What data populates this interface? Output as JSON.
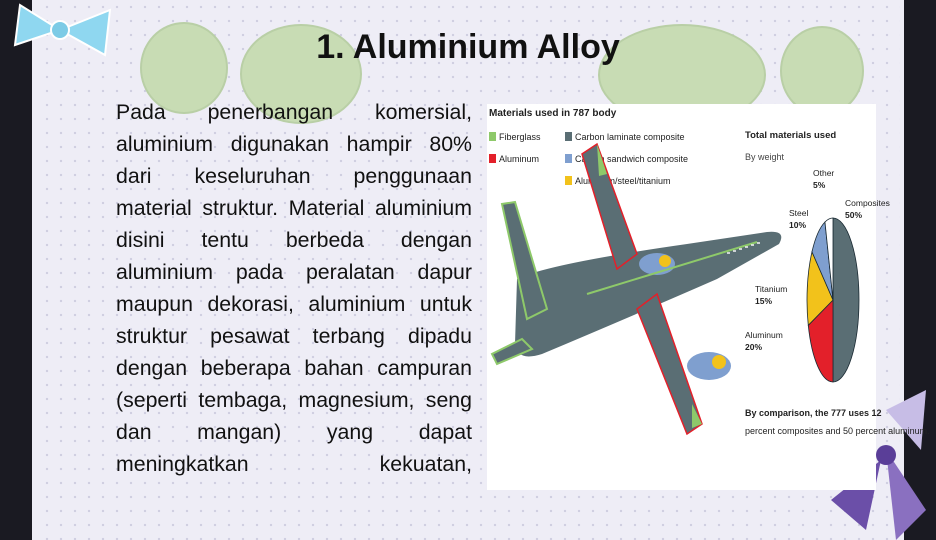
{
  "slide": {
    "title": "1. Aluminium Alloy",
    "body": "Pada penerbangan komersial, aluminium digunakan hampir 80% dari keseluruhan penggunaan material struktur. Material aluminium disini tentu berbeda dengan aluminium pada peralatan dapur maupun dekorasi, aluminium untuk struktur pesawat terbang dipadu dengan beberapa bahan campuran (seperti tembaga, magnesium, seng dan mangan) yang dapat meningkatkan kekuatan,"
  },
  "figure": {
    "title": "Materials used in 787 body",
    "legend": [
      {
        "label": "Fiberglass",
        "color": "#8ec96a"
      },
      {
        "label": "Aluminum",
        "color": "#e3202a"
      },
      {
        "label": "Carbon laminate composite",
        "color": "#5a6e74"
      },
      {
        "label": "Carbon sandwich composite",
        "color": "#7f9fcf"
      },
      {
        "label": "Aluminum/steel/titanium",
        "color": "#f2c21b"
      }
    ],
    "pie_title": "Total materials used",
    "pie_subtitle": "By weight",
    "note": "By comparison, the 777 uses 12 percent composites and 50 percent aluminum."
  },
  "chart_data": {
    "type": "pie",
    "title": "Total materials used",
    "subtitle": "By weight",
    "slices": [
      {
        "label": "Composites",
        "value": 50,
        "display": "50%",
        "color": "#5a6e74"
      },
      {
        "label": "Aluminum",
        "value": 20,
        "display": "20%",
        "color": "#e3202a"
      },
      {
        "label": "Titanium",
        "value": 15,
        "display": "15%",
        "color": "#f2c21b"
      },
      {
        "label": "Steel",
        "value": 10,
        "display": "10%",
        "color": "#7f9fcf"
      },
      {
        "label": "Other",
        "value": 5,
        "display": "5%",
        "color": "#ffffff"
      }
    ]
  }
}
